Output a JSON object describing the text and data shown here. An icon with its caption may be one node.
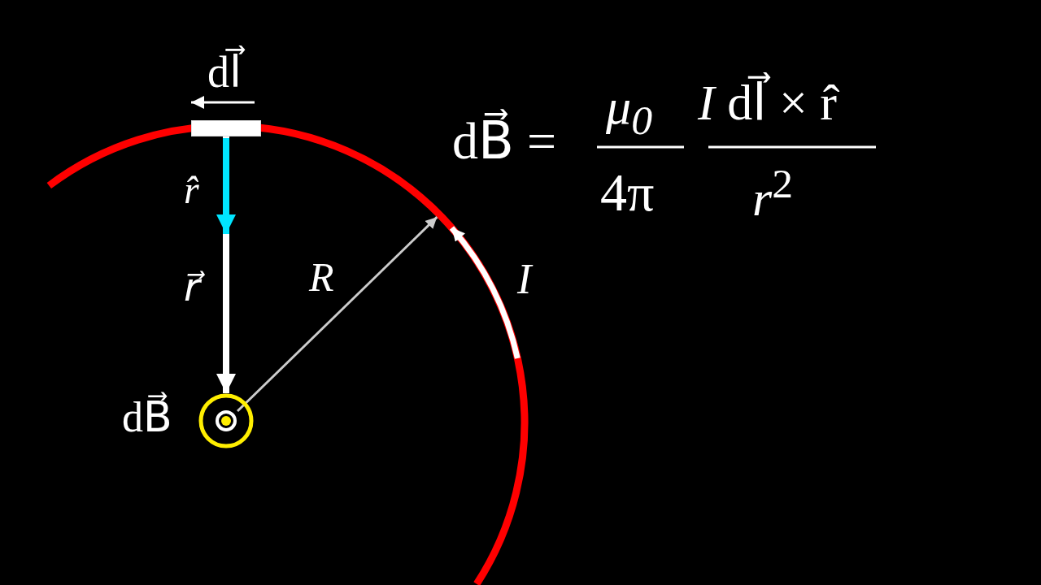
{
  "diagram": {
    "nodes": [
      {
        "text": [],
        "shape": "bar"
      },
      {
        "text": [],
        "shape": "circle",
        "beside": [
          "dB⃗"
        ]
      }
    ],
    "edges": [
      {
        "from": 0,
        "to": 1,
        "arrow": "to"
      }
    ],
    "labels": [
      "dl⃗",
      "r̂",
      "r⃗",
      "R",
      "I",
      "dB⃗ =",
      "μ$_{0}$",
      "4π",
      "*I* dl⃗ × r̂",
      "*r*$^{2}$"
    ]
  }
}
